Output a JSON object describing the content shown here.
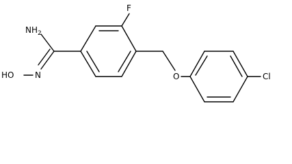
{
  "molecule": {
    "atoms": {
      "amine": "NH2",
      "imine_n": "N",
      "hydroxyl": "HO",
      "fluorine": "F",
      "ether_o": "O",
      "chlorine": "Cl"
    }
  },
  "colors": {
    "bond": "#000000",
    "background": "#ffffff"
  }
}
